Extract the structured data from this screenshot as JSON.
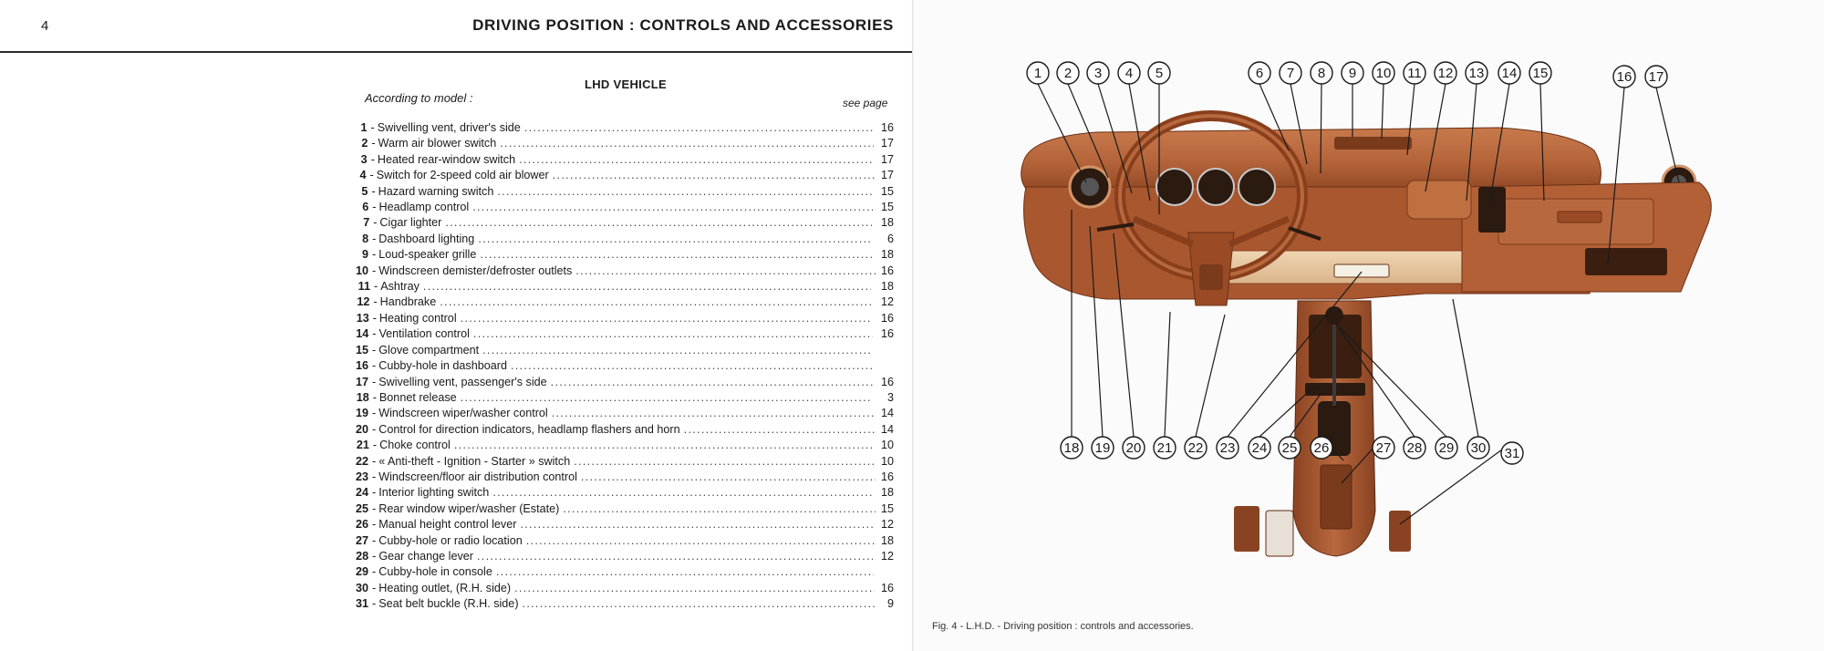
{
  "header": {
    "page_number": "4",
    "title": "DRIVING POSITION : CONTROLS AND ACCESSORIES"
  },
  "section_title": "LHD VEHICLE",
  "subtitle": "According to model :",
  "see_page_label": "see page",
  "items": [
    {
      "num": "1",
      "label": "Swivelling vent, driver's side",
      "page": "16"
    },
    {
      "num": "2",
      "label": "Warm air blower switch",
      "page": "17"
    },
    {
      "num": "3",
      "label": "Heated rear-window switch",
      "page": "17"
    },
    {
      "num": "4",
      "label": "Switch for 2-speed cold air blower",
      "page": "17"
    },
    {
      "num": "5",
      "label": "Hazard warning switch",
      "page": "15"
    },
    {
      "num": "6",
      "label": "Headlamp control",
      "page": "15"
    },
    {
      "num": "7",
      "label": "Cigar lighter",
      "page": "18"
    },
    {
      "num": "8",
      "label": "Dashboard lighting",
      "page": "6"
    },
    {
      "num": "9",
      "label": "Loud-speaker grille",
      "page": "18"
    },
    {
      "num": "10",
      "label": "Windscreen demister/defroster outlets",
      "page": "16"
    },
    {
      "num": "11",
      "label": "Ashtray",
      "page": "18"
    },
    {
      "num": "12",
      "label": "Handbrake",
      "page": "12"
    },
    {
      "num": "13",
      "label": "Heating control",
      "page": "16"
    },
    {
      "num": "14",
      "label": "Ventilation control",
      "page": "16"
    },
    {
      "num": "15",
      "label": "Glove compartment",
      "page": ""
    },
    {
      "num": "16",
      "label": "Cubby-hole in dashboard",
      "page": ""
    },
    {
      "num": "17",
      "label": "Swivelling vent, passenger's side",
      "page": "16"
    },
    {
      "num": "18",
      "label": "Bonnet release",
      "page": "3"
    },
    {
      "num": "19",
      "label": "Windscreen wiper/washer control",
      "page": "14"
    },
    {
      "num": "20",
      "label": "Control for direction indicators, headlamp flashers and horn",
      "page": "14"
    },
    {
      "num": "21",
      "label": "Choke control",
      "page": "10"
    },
    {
      "num": "22",
      "label": "« Anti-theft - Ignition - Starter » switch",
      "page": "10"
    },
    {
      "num": "23",
      "label": "Windscreen/floor air distribution control",
      "page": "16"
    },
    {
      "num": "24",
      "label": "Interior lighting switch",
      "page": "18"
    },
    {
      "num": "25",
      "label": "Rear window wiper/washer (Estate)",
      "page": "15"
    },
    {
      "num": "26",
      "label": "Manual height control lever",
      "page": "12"
    },
    {
      "num": "27",
      "label": "Cubby-hole or radio location",
      "page": "18"
    },
    {
      "num": "28",
      "label": "Gear change lever",
      "page": "12"
    },
    {
      "num": "29",
      "label": "Cubby-hole in console",
      "page": ""
    },
    {
      "num": "30",
      "label": "Heating outlet, (R.H. side)",
      "page": "16"
    },
    {
      "num": "31",
      "label": "Seat belt buckle (R.H. side)",
      "page": "9"
    }
  ],
  "figure": {
    "caption": "Fig. 4 - L.H.D. - Driving position : controls and accessories.",
    "callouts": [
      "1",
      "2",
      "3",
      "4",
      "5",
      "6",
      "7",
      "8",
      "9",
      "10",
      "11",
      "12",
      "13",
      "14",
      "15",
      "16",
      "17",
      "18",
      "19",
      "20",
      "21",
      "22",
      "23",
      "24",
      "25",
      "26",
      "27",
      "28",
      "29",
      "30",
      "31"
    ]
  },
  "colors": {
    "dashboard": "#b5643a",
    "dashboard_dark": "#7a3a1c",
    "dashboard_light": "#d4956a",
    "panel_cream": "#e7c9a3",
    "ink": "#1a1a1a"
  }
}
